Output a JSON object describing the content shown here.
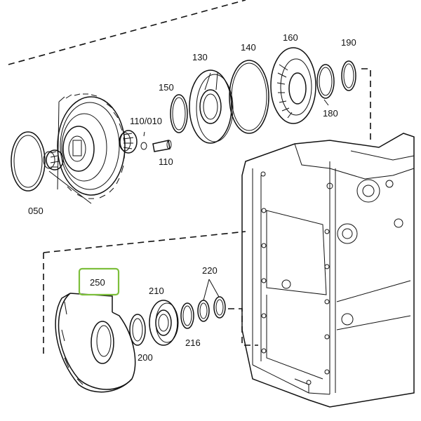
{
  "colors": {
    "highlight": "#7dbf3c",
    "line": "#111111",
    "paper": "#ffffff"
  },
  "labels": {
    "p050": "050",
    "p110_010": "110/010",
    "p110": "110",
    "p130": "130",
    "p140": "140",
    "p150": "150",
    "p160": "160",
    "p180": "180",
    "p190": "190",
    "p200": "200",
    "p210": "210",
    "p216": "216",
    "p220": "220",
    "p250": "250"
  },
  "highlighted_part": "250"
}
